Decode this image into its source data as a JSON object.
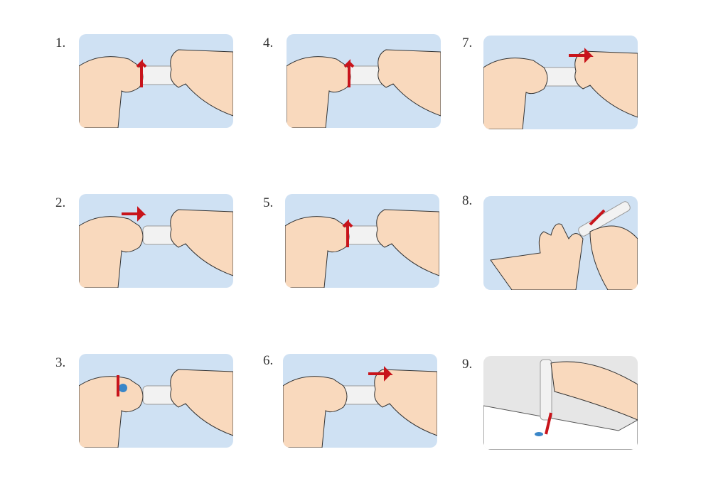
{
  "steps": [
    {
      "label": "1.",
      "action": "twist-cap"
    },
    {
      "label": "2.",
      "action": "insert-lancet"
    },
    {
      "label": "3.",
      "action": "twist-off-tab"
    },
    {
      "label": "4.",
      "action": "replace-cap"
    },
    {
      "label": "5.",
      "action": "adjust-depth"
    },
    {
      "label": "6.",
      "action": "pull-cock"
    },
    {
      "label": "7.",
      "action": "pull-cock"
    },
    {
      "label": "8.",
      "action": "prick-finger"
    },
    {
      "label": "9.",
      "action": "eject-lancet"
    }
  ],
  "colors": {
    "panel_bg": "#cfe1f3",
    "skin": "#f9d9bd",
    "arrow": "#c8141b",
    "lancet": "#3a86c8",
    "device": "#f2f2f2",
    "table_bg": "#e6e6e6"
  }
}
